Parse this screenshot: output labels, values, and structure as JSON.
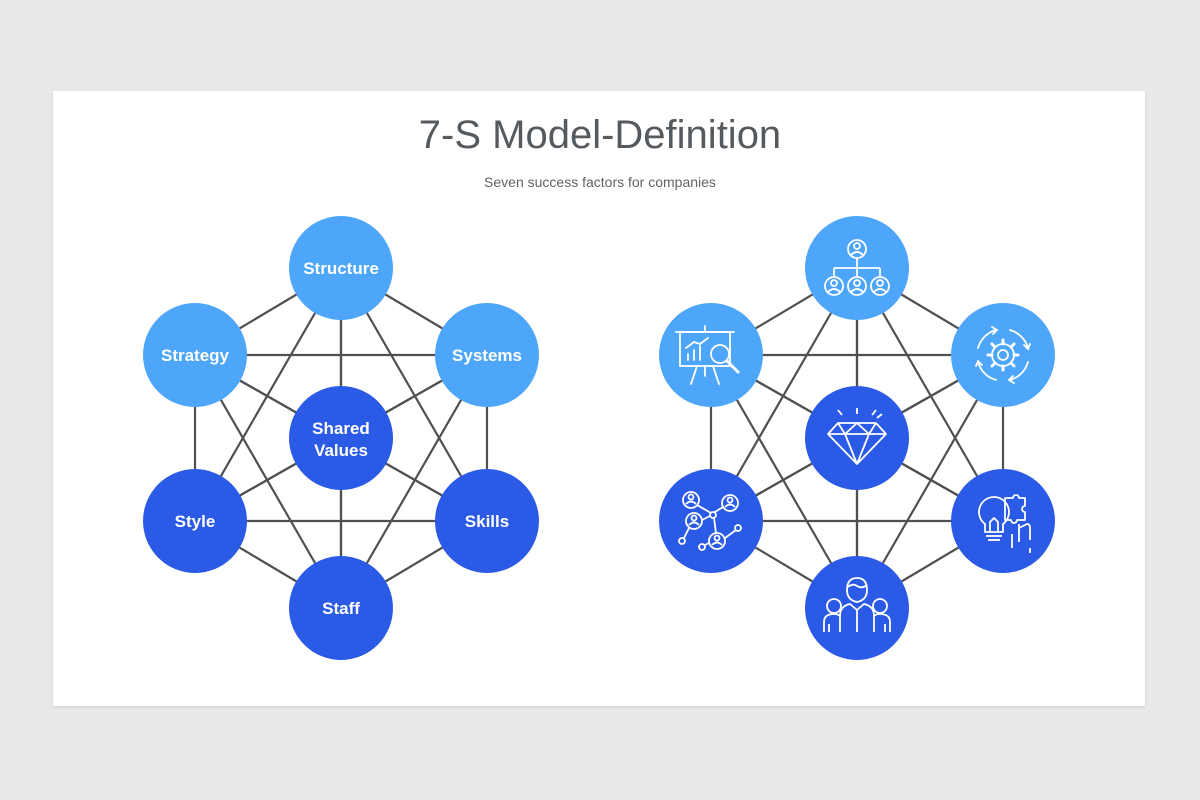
{
  "header": {
    "title": "7-S Model-Definition",
    "subtitle": "Seven success factors for companies"
  },
  "colors": {
    "page_bg": "#e9e9eb",
    "slide_bg": "#ffffff",
    "light_blue": "#4da6f9",
    "dark_blue": "#2b5be6",
    "connector": "#505050"
  },
  "left_diagram": {
    "nodes": {
      "structure": {
        "label": "Structure",
        "tone": "light"
      },
      "strategy": {
        "label": "Strategy",
        "tone": "light"
      },
      "systems": {
        "label": "Systems",
        "tone": "light"
      },
      "shared_values": {
        "label_lines": [
          "Shared",
          "Values"
        ],
        "tone": "dark"
      },
      "style": {
        "label": "Style",
        "tone": "dark"
      },
      "skills": {
        "label": "Skills",
        "tone": "dark"
      },
      "staff": {
        "label": "Staff",
        "tone": "dark"
      }
    }
  },
  "right_diagram": {
    "nodes": {
      "structure": {
        "icon": "org-chart-icon",
        "tone": "light"
      },
      "strategy": {
        "icon": "presentation-analytics-icon",
        "tone": "light"
      },
      "systems": {
        "icon": "gear-cycle-icon",
        "tone": "light"
      },
      "shared_values": {
        "icon": "diamond-icon",
        "tone": "dark"
      },
      "style": {
        "icon": "network-people-icon",
        "tone": "dark"
      },
      "skills": {
        "icon": "lightbulb-puzzle-hand-icon",
        "tone": "dark"
      },
      "staff": {
        "icon": "team-people-icon",
        "tone": "dark"
      }
    }
  }
}
